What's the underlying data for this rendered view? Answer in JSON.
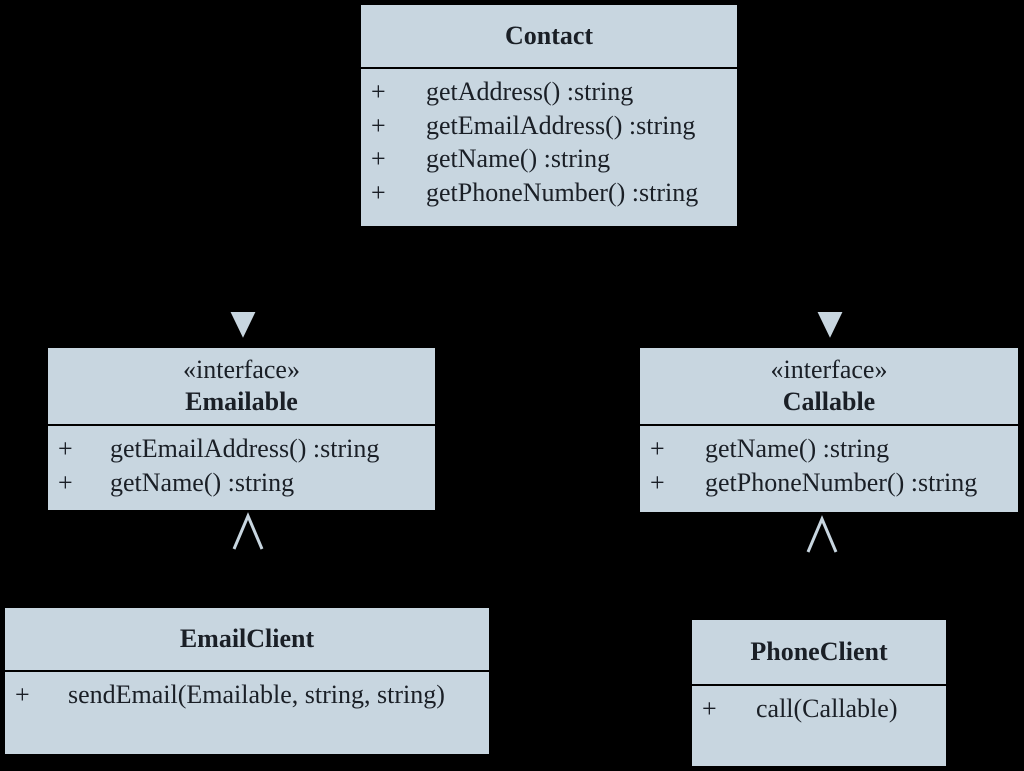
{
  "colors": {
    "background": "#000000",
    "box_fill": "#c8d6e0",
    "text": "#1a1f26",
    "arrow_fill": "#c8d6e0"
  },
  "classes": {
    "contact": {
      "name": "Contact",
      "stereotype": "",
      "operations": [
        {
          "visibility": "+",
          "signature": "getAddress() :string"
        },
        {
          "visibility": "+",
          "signature": "getEmailAddress() :string"
        },
        {
          "visibility": "+",
          "signature": "getName() :string"
        },
        {
          "visibility": "+",
          "signature": "getPhoneNumber() :string"
        }
      ]
    },
    "emailable": {
      "name": "Emailable",
      "stereotype": "«interface»",
      "operations": [
        {
          "visibility": "+",
          "signature": "getEmailAddress() :string"
        },
        {
          "visibility": "+",
          "signature": "getName() :string"
        }
      ]
    },
    "callable": {
      "name": "Callable",
      "stereotype": "«interface»",
      "operations": [
        {
          "visibility": "+",
          "signature": "getName() :string"
        },
        {
          "visibility": "+",
          "signature": "getPhoneNumber() :string"
        }
      ]
    },
    "emailclient": {
      "name": "EmailClient",
      "stereotype": "",
      "operations": [
        {
          "visibility": "+",
          "signature": "sendEmail(Emailable, string, string)"
        }
      ]
    },
    "phoneclient": {
      "name": "PhoneClient",
      "stereotype": "",
      "operations": [
        {
          "visibility": "+",
          "signature": "call(Callable)"
        }
      ]
    }
  },
  "relations": [
    {
      "type": "realization",
      "from": "contact",
      "to": "emailable",
      "arrowhead": "hollow-triangle"
    },
    {
      "type": "realization",
      "from": "contact",
      "to": "callable",
      "arrowhead": "hollow-triangle"
    },
    {
      "type": "dependency",
      "from": "emailclient",
      "to": "emailable",
      "arrowhead": "open-arrow"
    },
    {
      "type": "dependency",
      "from": "phoneclient",
      "to": "callable",
      "arrowhead": "open-arrow"
    }
  ]
}
